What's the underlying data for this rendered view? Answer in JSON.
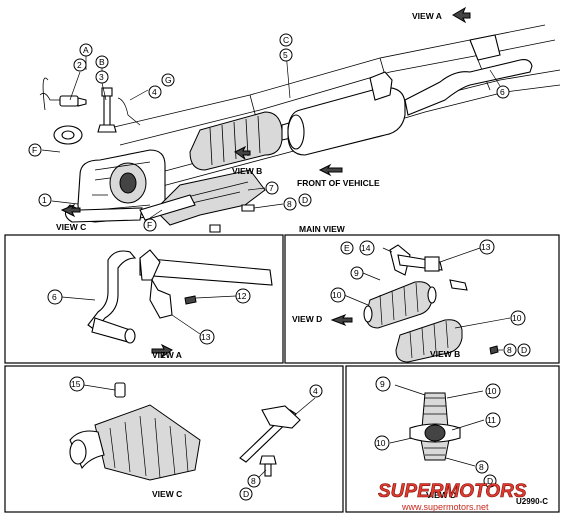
{
  "labels": {
    "view_a": "VIEW A",
    "view_b": "VIEW B",
    "view_c": "VIEW C",
    "view_d": "VIEW D",
    "main_view": "MAIN VIEW",
    "front_of_vehicle": "FRONT OF VEHICLE",
    "figure_code": "U2990-C"
  },
  "watermark": {
    "brand": "SUPERMOTORS",
    "url": "www.supermotors.net"
  },
  "callouts": {
    "n1": "1",
    "n2": "2",
    "n3": "3",
    "n4": "4",
    "n5": "5",
    "n6": "6",
    "n7": "7",
    "n8": "8",
    "n9": "9",
    "n10": "10",
    "n11": "11",
    "n12": "12",
    "n13": "13",
    "n14": "14",
    "n15": "15",
    "A": "A",
    "B": "B",
    "C": "C",
    "D": "D",
    "E": "E",
    "F": "F",
    "G": "G"
  }
}
